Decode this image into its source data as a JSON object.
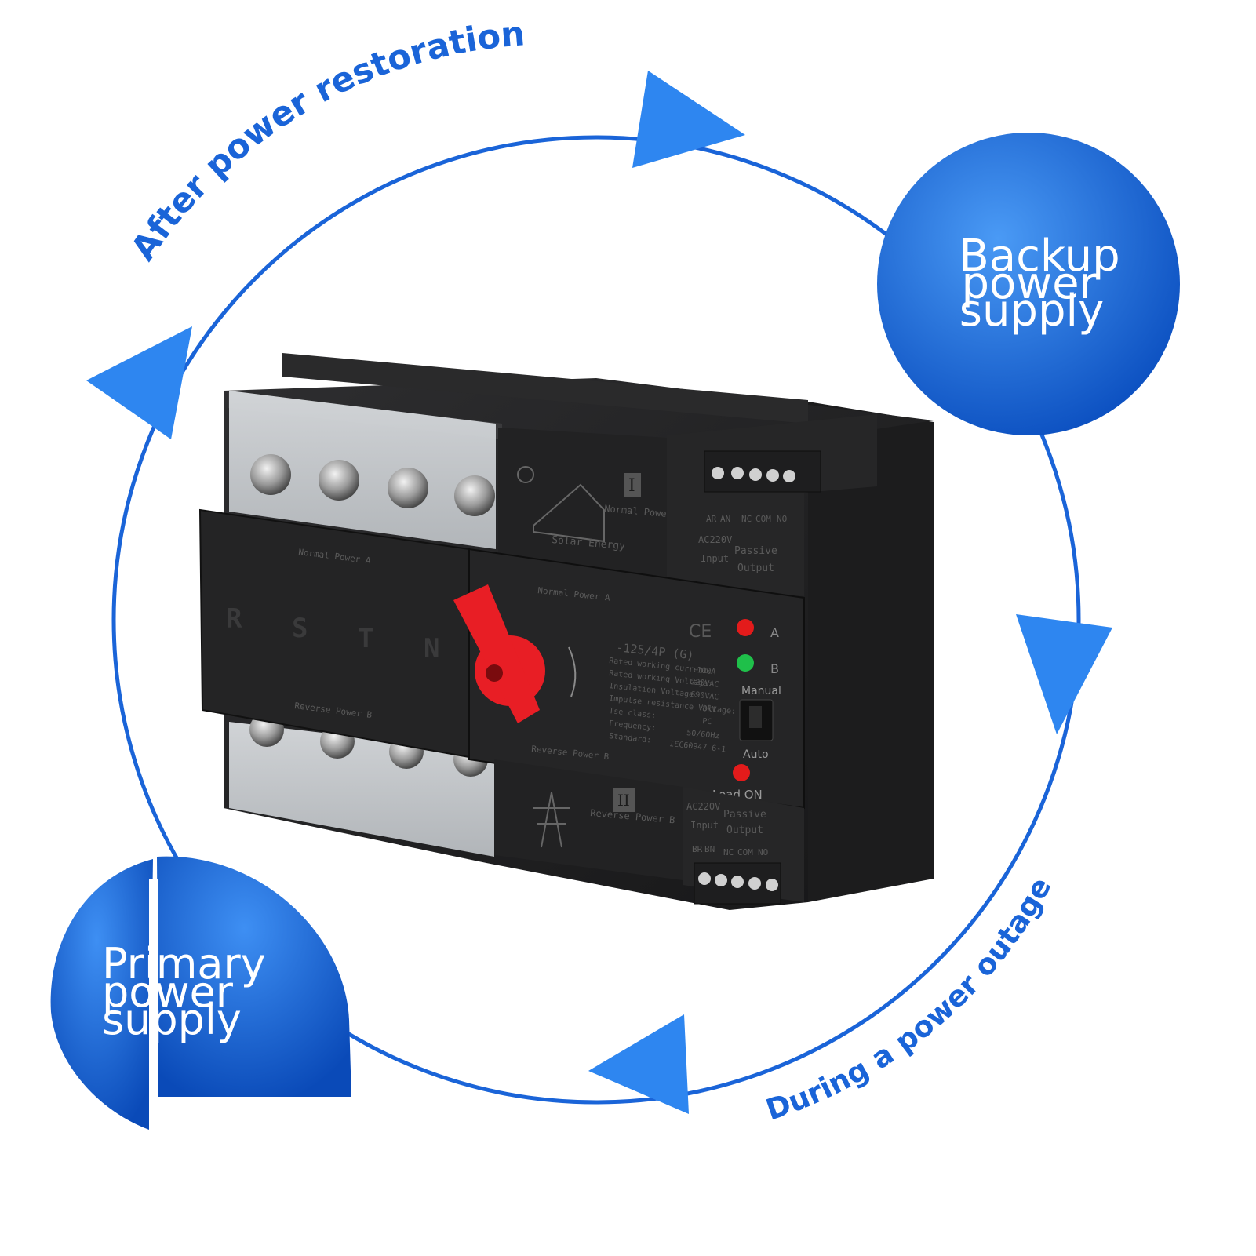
{
  "colors": {
    "accent": "#1a64d8",
    "circle_light": "#3d8ff0",
    "circle_dark": "#0f56c6",
    "arrow": "#2e86f0",
    "handle": "#e81e25",
    "led_red": "#e31b1b",
    "led_green": "#1fc04a"
  },
  "cycle": {
    "top_left_label": "After power restoration",
    "bottom_right_label": "During a power outage"
  },
  "nodes": {
    "backup": {
      "lines": [
        "Backup",
        "power",
        "supply"
      ]
    },
    "primary": {
      "lines": [
        "Primary",
        "power",
        "supply"
      ]
    }
  },
  "device": {
    "phase_letters": [
      "R",
      "S",
      "T",
      "N"
    ],
    "normal_power_a": "Normal Power A",
    "reverse_power_b": "Reverse Power B",
    "solar_energy": "Solar Energy",
    "numeral_one": "I",
    "numeral_two": "II",
    "model": "-125/4P (G)",
    "ce_mark": "CE",
    "specs": [
      {
        "label": "Rated working current:",
        "value": "100A"
      },
      {
        "label": "Rated working Voltage:",
        "value": "220VAC"
      },
      {
        "label": "Insulation Voltage:",
        "value": "690VAC"
      },
      {
        "label": "Impulse resistance Voltage:",
        "value": "8kV"
      },
      {
        "label": "Tse class:",
        "value": "PC"
      },
      {
        "label": "Frequency:",
        "value": "50/60Hz"
      },
      {
        "label": "Standard:",
        "value": "IEC60947-6-1"
      }
    ],
    "top_terminals": {
      "labels": [
        "AR",
        "AN",
        "NC",
        "COM",
        "NO"
      ],
      "voltage": "AC220V",
      "input": "Input",
      "passive": "Passive",
      "output": "Output"
    },
    "bottom_terminals": {
      "labels": [
        "BR",
        "BN",
        "NC",
        "COM",
        "NO"
      ],
      "voltage": "AC220V",
      "input": "Input",
      "passive": "Passive",
      "output": "Output"
    },
    "indicator_a": "A",
    "indicator_b": "B",
    "manual": "Manual",
    "auto": "Auto",
    "load_on": "Load ON"
  }
}
